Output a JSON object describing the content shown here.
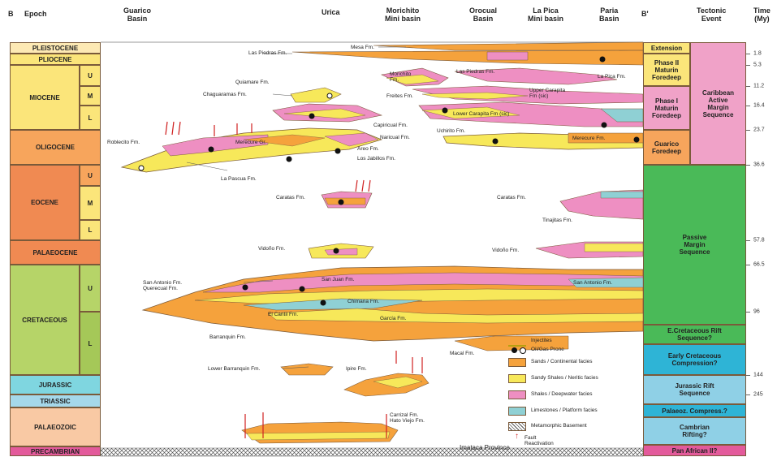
{
  "headers": {
    "b": "B",
    "epoch": "Epoch",
    "guarico": "Guarico\nBasin",
    "urica": "Urica",
    "morichito": "Morichito\nMini basin",
    "orocual": "Orocual\nBasin",
    "lapica": "La Pica\nMini basin",
    "paria": "Paria\nBasin",
    "bprime": "B'",
    "tectonic": "Tectonic\nEvent",
    "time": "Time\n(My)"
  },
  "epochs": [
    "PLEISTOCENE",
    "PLIOCENE",
    "MIOCENE",
    "OLIGOCENE",
    "EOCENE",
    "PALAEOCENE",
    "CRETACEOUS",
    "JURASSIC",
    "TRIASSIC",
    "PALAEOZOIC",
    "PRECAMBRIAN"
  ],
  "subdivisions": {
    "miocene": [
      "U",
      "M",
      "L"
    ],
    "eocene": [
      "U",
      "M",
      "L"
    ],
    "cretaceous": [
      "U",
      "L"
    ]
  },
  "tectonic_phases": [
    "Extension",
    "Phase II\nMaturin\nForedeep",
    "Phase I\nMaturin\nForedeep",
    "Guarico\nForedeep",
    "Passive\nMargin\nSequence",
    "E.Cretaceous Rift\nSequence?",
    "Early Cretaceous\nCompression?",
    "Jurassic Rift\nSequence",
    "Palaeoz. Compress.?",
    "Cambrian\nRifting?",
    "Pan African II?"
  ],
  "tectonic_events": {
    "caribbean": "Caribbean\nActive\nMargin\nSequence"
  },
  "ages": [
    "1.8",
    "5.3",
    "11.2",
    "16.4",
    "23.7",
    "36.6",
    "57.8",
    "66.5",
    "96",
    "144",
    "245"
  ],
  "formations": {
    "mesa": "Mesa Fm.",
    "las_piedras_w": "Las Piedras Fm.",
    "las_piedras_e": "Las Piedras Fm.",
    "la_pica": "La Pica Fm.",
    "quiamare": "Quiamare Fm.",
    "morichito": "Morichito\nFm.",
    "upper_carapita": "Upper Carapita\nFm (sic)",
    "freites": "Freites Fm.",
    "chaguaramas": "Chaguaramas Fm.",
    "lower_carapita": "Lower Carapita Fm (sic)",
    "capiricual": "Capiricual Fm.",
    "naricual": "Naricual Fm.",
    "uchirito": "Uchirito Fm.",
    "roblecito": "Roblecito Fm.",
    "merecure_gr": "Merecure Gr.",
    "merecure_fm": "Merecure Fm.",
    "areo": "Areo Fm.",
    "los_jabillos": "Los Jabillos Fm.",
    "la_pascua": "La Pascua Fm.",
    "caratas_w": "Caratas Fm.",
    "caratas_e": "Caratas Fm.",
    "tinajitas": "Tinajitas Fm.",
    "vidono_w": "Vidoño Fm.",
    "vidono_e": "Vidoño Fm.",
    "san_antonio_w": "San Antonio Fm.\nQuerecual Fm.",
    "san_juan": "San Juan Fm.",
    "san_antonio_e": "San Antonio Fm.",
    "chimana": "Chimana Fm.",
    "el_cantil": "El Cantil Fm.",
    "garcia": "García Fm.",
    "barranquin": "Barranquin Fm.",
    "macal": "Macal Fm.",
    "lower_barranquin": "Lower Barranquin Fm.",
    "ipire": "Ipire Fm.",
    "carrizal": "Carrizal Fm.\nHato Viejo Fm.",
    "imataca": "Imataca Province"
  },
  "legend": {
    "injectites": "Injectites",
    "oilgas": "Oil/Gas Prone",
    "sands": "Sands / Continental facies",
    "sandy": "Sandy Shales / Neritic facies",
    "shales": "Shales / Deepwater facies",
    "limestones": "Limestones / Platform facies",
    "basement": "Metamorphic Basement",
    "fault": "Fault\nReactivation"
  },
  "colors": {
    "sands": "#f5a23c",
    "sandy": "#f7e85a",
    "shales": "#ee8fc2",
    "limestones": "#8fd0d4",
    "pleistocene": "#fde9b4",
    "neogene": "#fbe57a",
    "oligocene": "#f7a55c",
    "eocene": "#f08a52",
    "cretaceous": "#b6d468",
    "jurassic": "#7fd6e0",
    "triassic": "#a5d8ea",
    "palaeozoic": "#f9c9a4",
    "precambrian": "#e35a9b",
    "passive": "#4aba58",
    "caribbean": "#f0a2c8"
  }
}
